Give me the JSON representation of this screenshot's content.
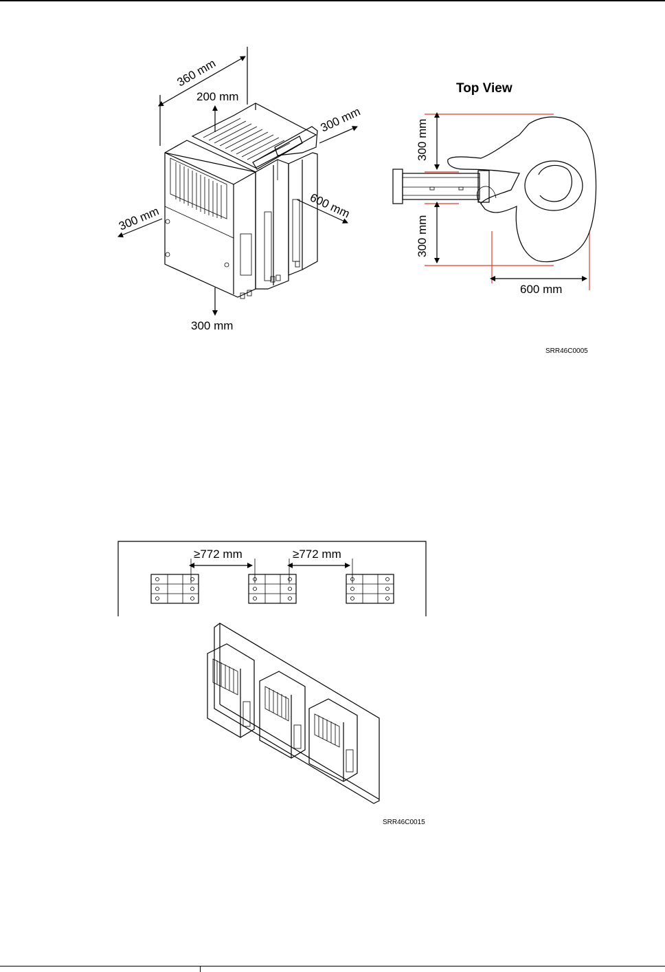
{
  "figure1": {
    "labels": {
      "width": "360 mm",
      "top": "200 mm",
      "back_right": "300 mm",
      "left": "300 mm",
      "front": "600 mm",
      "bottom": "300 mm"
    },
    "top_view": {
      "title": "Top View",
      "upper": "300 mm",
      "lower": "300 mm",
      "depth": "600 mm"
    },
    "code": "SRR46C0005"
  },
  "figure2": {
    "spacing_left": "≥772 mm",
    "spacing_right": "≥772 mm",
    "code": "SRR46C0015"
  },
  "colors": {
    "guide": "#e03a2a",
    "line": "#000000"
  }
}
